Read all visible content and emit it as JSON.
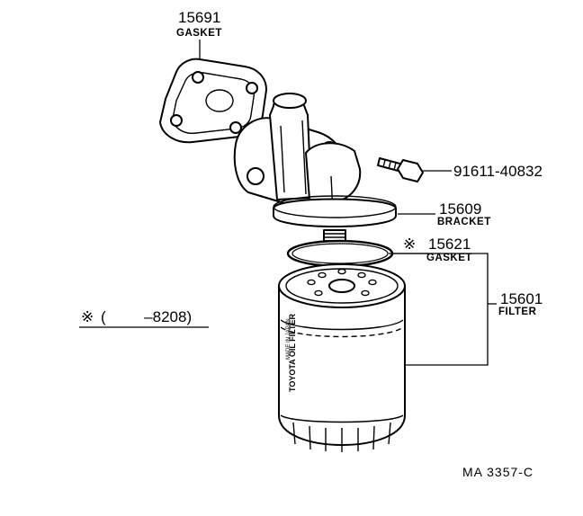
{
  "diagram": {
    "parts": [
      {
        "number": "15691",
        "name": "GASKET"
      },
      {
        "number": "91611-40832",
        "name": ""
      },
      {
        "number": "15609",
        "name": "BRACKET"
      },
      {
        "number": "15621",
        "mark": "※",
        "name": "GASKET"
      },
      {
        "number": "15601",
        "name": "FILTER"
      }
    ],
    "note": {
      "mark": "※",
      "text": "(         –8208)"
    },
    "reference": "MA 3357-C",
    "filter_print": {
      "line1": "TOYOTA OIL FILTER",
      "line2": "MADE IN JAPAN"
    }
  }
}
